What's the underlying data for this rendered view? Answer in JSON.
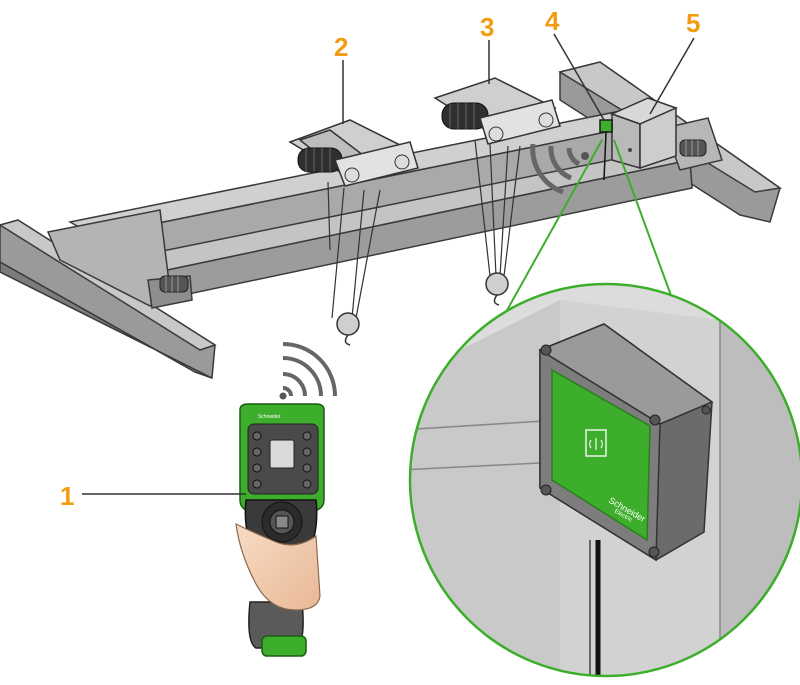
{
  "callouts": [
    {
      "id": "1",
      "label": "1"
    },
    {
      "id": "2",
      "label": "2"
    },
    {
      "id": "3",
      "label": "3"
    },
    {
      "id": "4",
      "label": "4"
    },
    {
      "id": "5",
      "label": "5"
    }
  ],
  "remote": {
    "brand_logo": "Schneider Electric",
    "icon": "pendant-remote-icon"
  },
  "receiver": {
    "brand_logo": "Schneider Electric",
    "icon": "wireless-antenna-icon"
  },
  "wireless_signals": [
    "wireless-signal-icon",
    "wireless-signal-icon"
  ],
  "colors": {
    "accent_orange": "#f39c12",
    "schneider_green": "#3dae2b",
    "steel_gray": "#a4a4a4",
    "housing_gray": "#6e6e6e"
  }
}
